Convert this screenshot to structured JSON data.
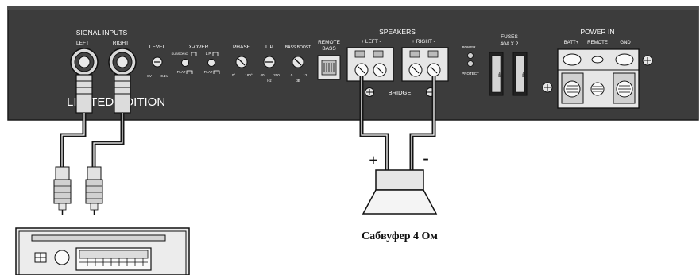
{
  "amp": {
    "signal_inputs": "SIGNAL INPUTS",
    "left": "LEFT",
    "right": "RIGHT",
    "level": "LEVEL",
    "level_min": "8V",
    "level_max": "0.1V",
    "xover": "X-OVER",
    "subsonic": "SUBSONIC",
    "lp_short": "L.P",
    "flat1": "FLAT",
    "flat2": "FLAT",
    "phase": "PHASE",
    "phase_min": "0°",
    "phase_max": "180°",
    "lp": "L.P",
    "lp_min": "40",
    "lp_max": "200",
    "lp_unit": "Hz",
    "bass_boost": "BASS BOOST",
    "bb_min": "0",
    "bb_max": "12",
    "bb_unit": "dB",
    "remote_bass_1": "REMOTE",
    "remote_bass_2": "BASS",
    "speakers": "SPEAKERS",
    "spk_left": "+ LEFT -",
    "spk_right": "+ RIGHT -",
    "bridge": "BRIDGE",
    "power": "POWER",
    "protect": "PROTECT",
    "fuses": "FUSES",
    "fuses_rating": "40A X 2",
    "fuse_label_1": "40",
    "fuse_label_2": "40",
    "power_in": "POWER IN",
    "batt": "BATT+",
    "remote": "REMOTE",
    "gnd": "GND",
    "limited_edition": "LIMITED EDITION"
  },
  "wiring": {
    "plus": "+",
    "minus": "-",
    "subwoofer_label": "Сабвуфер 4 Ом"
  },
  "colors": {
    "panel": "#3a3a3a",
    "panel_dark": "#2a2a2a",
    "wire": "#151515",
    "wire_core": "#ffffff",
    "metal": "#d8d8d8"
  }
}
